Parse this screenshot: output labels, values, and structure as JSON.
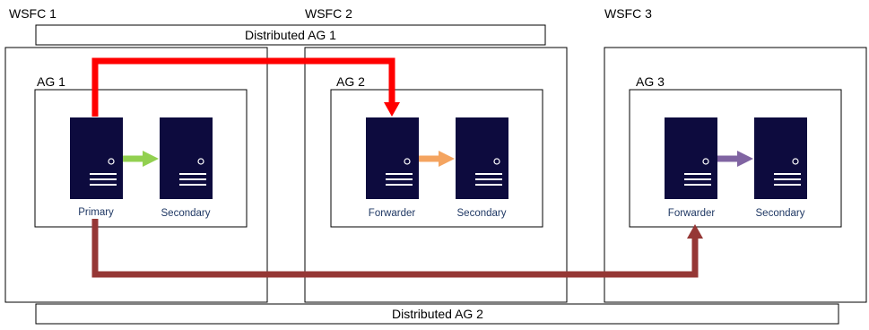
{
  "wsfc": [
    {
      "label": "WSFC 1"
    },
    {
      "label": "WSFC 2"
    },
    {
      "label": "WSFC 3"
    }
  ],
  "ags": [
    {
      "label": "AG 1"
    },
    {
      "label": "AG 2"
    },
    {
      "label": "AG 3"
    }
  ],
  "distributed_ags": [
    {
      "label": "Distributed AG 1"
    },
    {
      "label": "Distributed AG 2"
    }
  ],
  "servers": [
    {
      "role": "Primary"
    },
    {
      "role": "Secondary"
    },
    {
      "role": "Forwarder"
    },
    {
      "role": "Secondary"
    },
    {
      "role": "Forwarder"
    },
    {
      "role": "Secondary"
    }
  ],
  "colors": {
    "server": "#0d0b3e",
    "ag1_replication": "#92d050",
    "ag2_replication": "#f4a460",
    "ag3_replication": "#8064a2",
    "dag1": "#ff0000",
    "dag2": "#953735"
  },
  "icons": [
    "server-icon",
    "arrow-icon"
  ]
}
